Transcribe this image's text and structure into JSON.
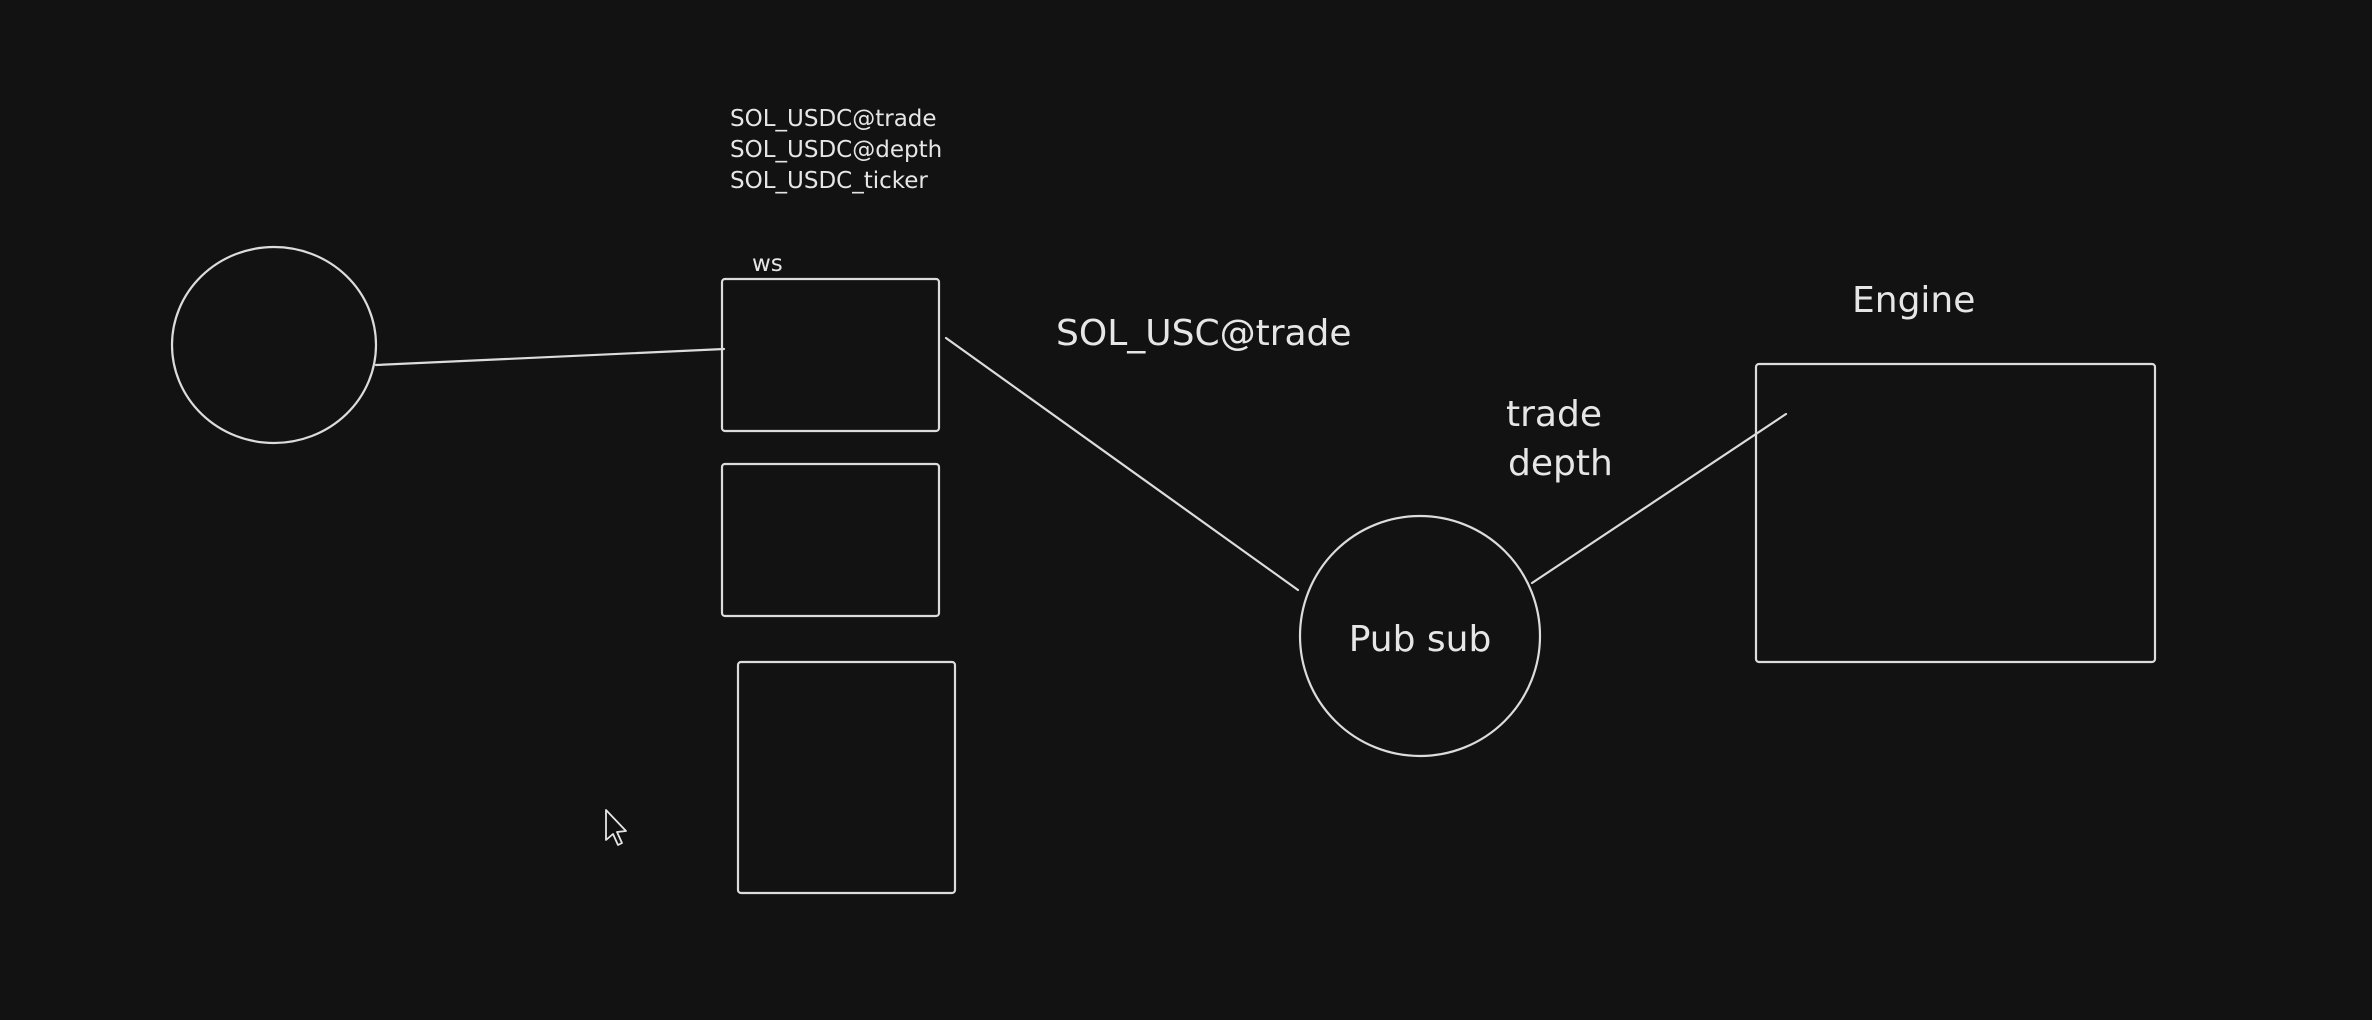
{
  "diagram": {
    "topics": [
      "SOL_USDC@trade",
      "SOL_USDC@depth",
      "SOL_USDC_ticker"
    ],
    "ws_label": "ws",
    "edge_label": "SOL_USC@trade",
    "engine_label": "Engine",
    "channels": [
      "trade",
      "depth"
    ],
    "pubsub_label": "Pub sub",
    "stroke_color": "#dcdcdc",
    "background_color": "#121212"
  },
  "cursor": {
    "icon": "mouse-pointer-icon"
  }
}
